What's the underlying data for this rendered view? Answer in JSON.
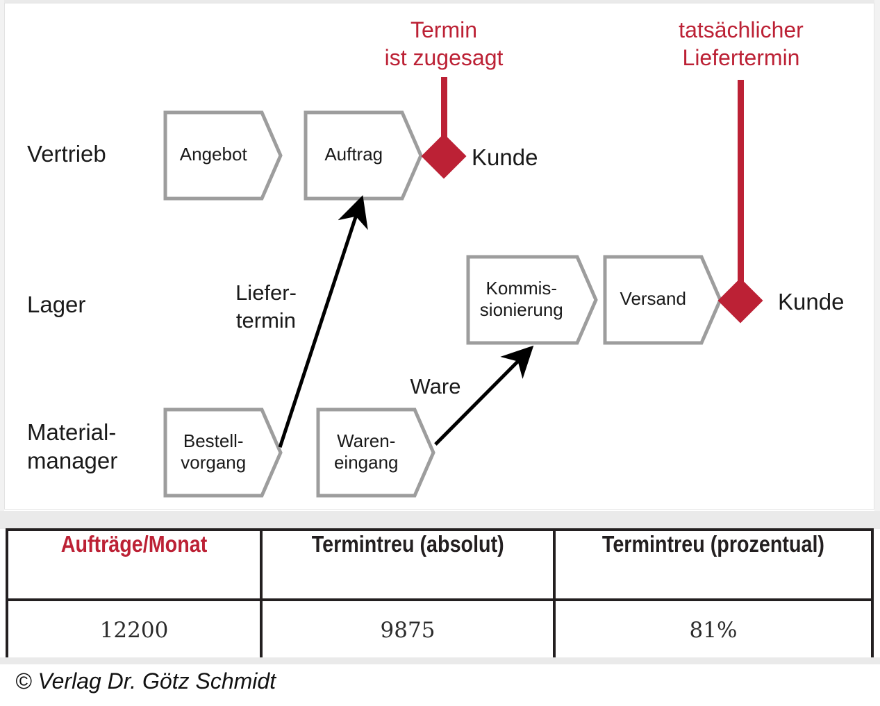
{
  "diagram": {
    "lanes": [
      {
        "id": "vertrieb",
        "label": "Vertrieb"
      },
      {
        "id": "lager",
        "label": "Lager"
      },
      {
        "id": "material",
        "label": "Material-\nmanager"
      }
    ],
    "process_boxes": [
      {
        "id": "angebot",
        "label": "Angebot",
        "lane": "vertrieb"
      },
      {
        "id": "auftrag",
        "label": "Auftrag",
        "lane": "vertrieb"
      },
      {
        "id": "kommissionierung",
        "label": "Kommis-\nsionierung",
        "lane": "lager"
      },
      {
        "id": "versand",
        "label": "Versand",
        "lane": "lager"
      },
      {
        "id": "bestellvorgang",
        "label": "Bestell-\nvorgang",
        "lane": "material"
      },
      {
        "id": "wareneingang",
        "label": "Waren-\neingang",
        "lane": "material"
      }
    ],
    "milestones": [
      {
        "id": "termin-zugesagt",
        "note": "Termin\nist zugesagt",
        "actor": "Kunde"
      },
      {
        "id": "tatsaechlicher-liefertermin",
        "note": "tatsächlicher\nLiefertermin",
        "actor": "Kunde"
      }
    ],
    "flow_labels": [
      {
        "id": "liefertermin",
        "label": "Liefer-\ntermin"
      },
      {
        "id": "ware",
        "label": "Ware"
      }
    ],
    "colors": {
      "accent_red": "#bc2135",
      "box_border": "#9d9d9d",
      "text": "#1a1a1a",
      "arrow": "#000000",
      "table_border": "#231f20",
      "panel_bg": "#ffffff",
      "page_bg": "#eaeaea"
    }
  },
  "table": {
    "headers": [
      "Aufträge/Monat",
      "Termintreu (absolut)",
      "Termintreu (prozentual)"
    ],
    "rows": [
      [
        "12200",
        "9875",
        "81%"
      ]
    ]
  },
  "footer": {
    "copyright": "© Verlag Dr. Götz Schmidt"
  }
}
